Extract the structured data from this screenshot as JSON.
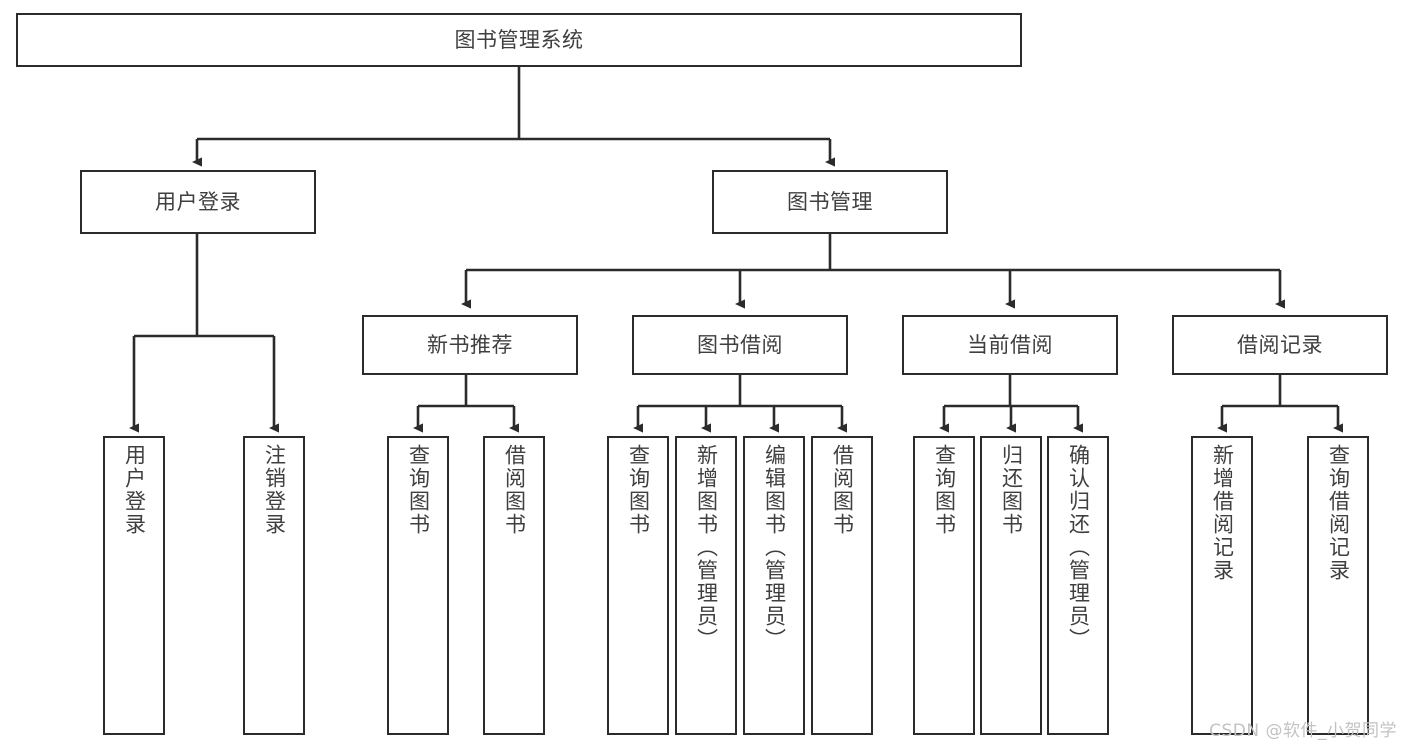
{
  "diagram": {
    "title": "图书管理系统",
    "type": "tree-hierarchy-chart",
    "root": {
      "label": "图书管理系统"
    },
    "level2": [
      {
        "label": "用户登录"
      },
      {
        "label": "图书管理"
      }
    ],
    "level3": [
      {
        "label": "新书推荐"
      },
      {
        "label": "图书借阅"
      },
      {
        "label": "当前借阅"
      },
      {
        "label": "借阅记录"
      }
    ],
    "leaves": {
      "user_login": [
        {
          "label": "用户登录"
        },
        {
          "label": "注销登录"
        }
      ],
      "new_book_recommend": [
        {
          "label": "查询图书"
        },
        {
          "label": "借阅图书"
        }
      ],
      "book_borrow": [
        {
          "label": "查询图书"
        },
        {
          "label": "新增图书（管理员）"
        },
        {
          "label": "编辑图书（管理员）"
        },
        {
          "label": "借阅图书"
        }
      ],
      "current_borrow": [
        {
          "label": "查询图书"
        },
        {
          "label": "归还图书"
        },
        {
          "label": "确认归还（管理员）"
        }
      ],
      "borrow_record": [
        {
          "label": "新增借阅记录"
        },
        {
          "label": "查询借阅记录"
        }
      ]
    }
  },
  "watermark": {
    "text": "CSDN @软件_小贺同学"
  },
  "colors": {
    "stroke": "#2b2b2b",
    "text": "#3f3f3f",
    "background": "#ffffff",
    "watermark": "#c3c3c3"
  }
}
